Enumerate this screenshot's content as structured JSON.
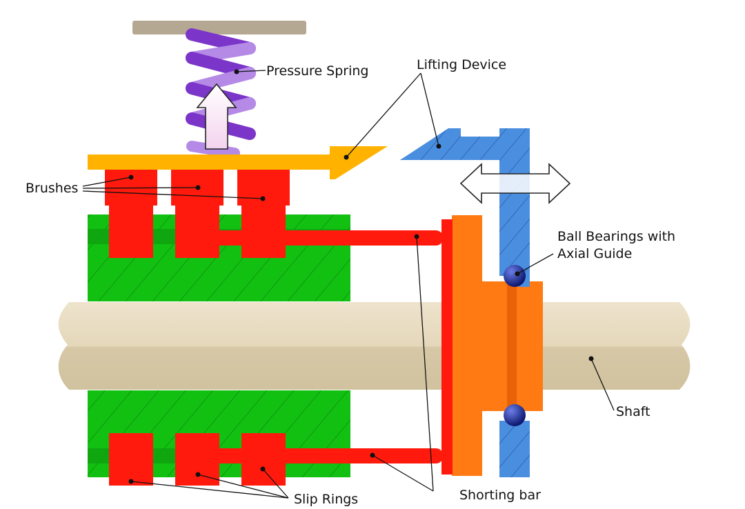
{
  "labels": {
    "pressure_spring": "Pressure Spring",
    "lifting_device": "Lifting Device",
    "brushes": "Brushes",
    "ball_bearings_line1": "Ball Bearings with",
    "ball_bearings_line2": "Axial Guide",
    "shaft": "Shaft",
    "slip_rings": "Slip Rings",
    "shorting_bar": "Shorting bar"
  },
  "colors": {
    "ceiling": "#b5a892",
    "spring": "#7b35c8",
    "spring_light": "#b48ae6",
    "brush_holder": "#ffb300",
    "brush": "#ff1a0d",
    "insulator": "#12c012",
    "shaft": "#e8dcc1",
    "shaft_shadow": "#d2c4a2",
    "shorting_bar": "#ff7a12",
    "lifting_device": "#4a8ee0",
    "ball": "#1a2a90"
  }
}
